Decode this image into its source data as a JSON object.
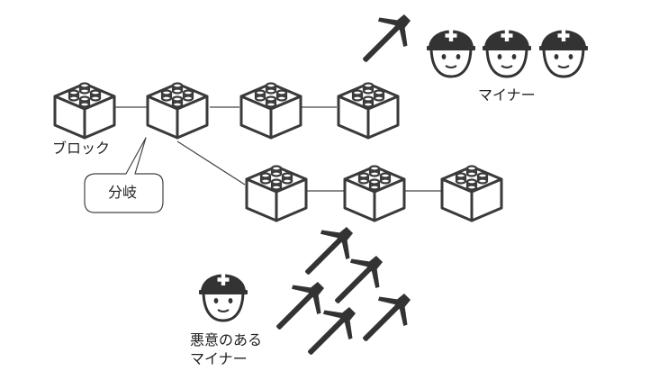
{
  "labels": {
    "block": "ブロック",
    "fork": "分岐",
    "miners": "マイナー",
    "malicious_line1": "悪意のある",
    "malicious_line2": "マイナー"
  },
  "icons": {
    "block": "lego-block-icon",
    "miner": "helmet-miner-icon",
    "pickaxe": "pickaxe-icon"
  },
  "colors": {
    "icon_fill": "#ffffff",
    "icon_stroke": "#3a3a3a",
    "helmet": "#333333",
    "line": "#444444",
    "text": "#222222"
  }
}
